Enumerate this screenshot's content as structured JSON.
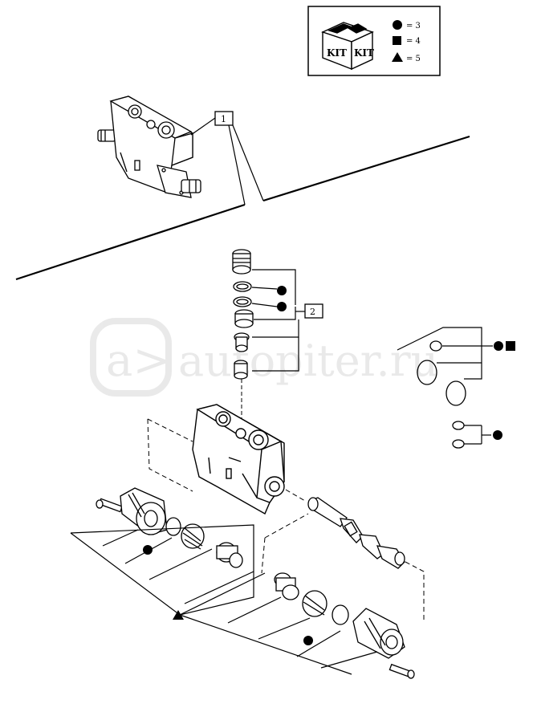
{
  "legend": {
    "kit_label_1": "KIT",
    "kit_label_2": "KIT",
    "rows": [
      {
        "symbol": "circle",
        "text": "= 3"
      },
      {
        "symbol": "square",
        "text": "= 4"
      },
      {
        "symbol": "triangle",
        "text": "= 5"
      }
    ]
  },
  "callouts": {
    "ref_1": "1",
    "ref_2": "2"
  },
  "watermark": {
    "text": "autopiter.ru"
  }
}
